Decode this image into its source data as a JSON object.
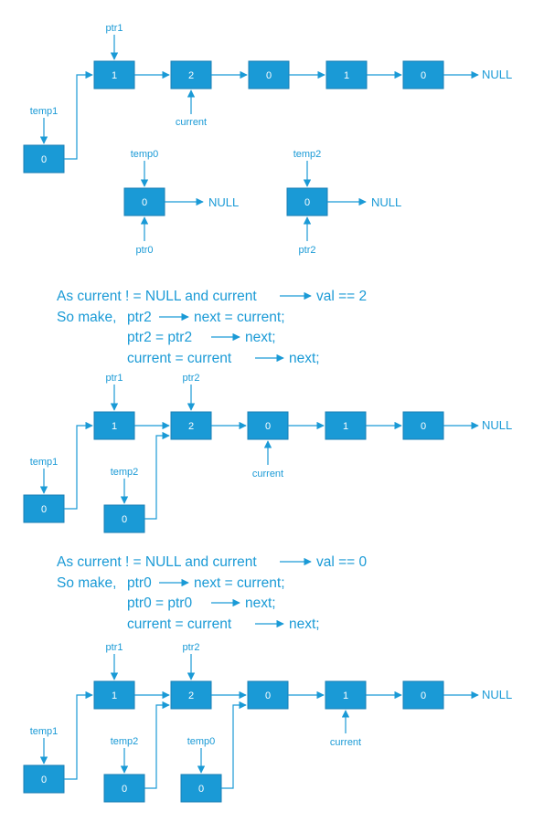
{
  "colors": {
    "node_fill": "#1a9ad6",
    "line": "#1a9ad6",
    "node_text": "#ffffff",
    "background": "#ffffff"
  },
  "null_label": "NULL",
  "labels": {
    "ptr0": "ptr0",
    "ptr1": "ptr1",
    "ptr2": "ptr2",
    "temp0": "temp0",
    "temp1": "temp1",
    "temp2": "temp2",
    "current": "current"
  },
  "nodes": {
    "list": [
      "1",
      "2",
      "0",
      "1",
      "0"
    ],
    "temp0": "0",
    "temp1": "0",
    "temp2": "0"
  },
  "steps": [
    {
      "line1": "As current ! = NULL  and  current",
      "line1_tail": "val == 2",
      "line2_prefix": "So make,",
      "line2_a": "ptr2",
      "line2_b": "next = current;",
      "line3": "ptr2 = ptr2",
      "line3_b": "next;",
      "line4": "current = current",
      "line4_b": "next;"
    },
    {
      "line1": "As current ! = NULL  and  current",
      "line1_tail": "val == 0",
      "line2_prefix": "So make,",
      "line2_a": "ptr0",
      "line2_b": "next = current;",
      "line3": "ptr0 = ptr0",
      "line3_b": "next;",
      "line4": "current = current",
      "line4_b": "next;"
    }
  ]
}
